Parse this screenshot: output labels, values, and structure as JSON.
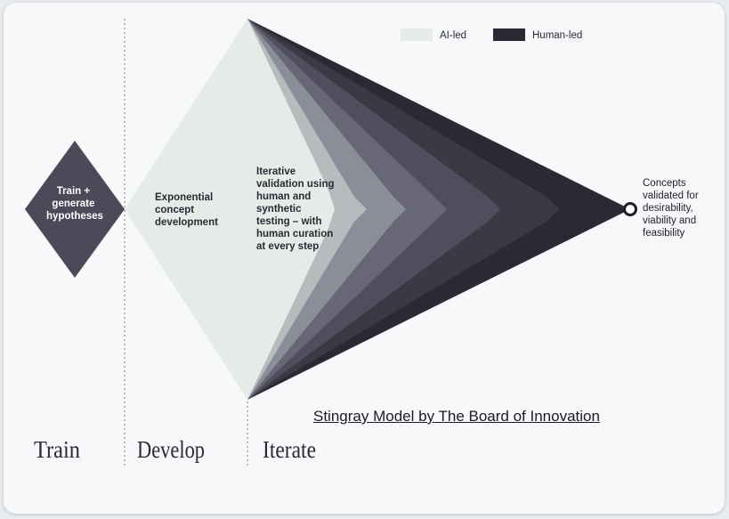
{
  "legend": [
    {
      "label": "AI-led",
      "color": "#e7ebe7"
    },
    {
      "label": "Human-led",
      "color": "#2a2a35"
    }
  ],
  "stages": [
    "Train",
    "Develop",
    "Iterate"
  ],
  "train_box": [
    "Train +",
    "generate",
    "hypotheses"
  ],
  "develop_box": [
    "Exponential",
    "concept",
    "development"
  ],
  "iterate_box": [
    "Iterative",
    "validation using",
    "human and",
    "synthetic",
    "testing – with",
    "human curation",
    "at every step"
  ],
  "outcome": [
    "Concepts",
    "validated for",
    "desirability,",
    "viability and",
    "feasibility"
  ],
  "caption": "Stingray Model by The Board of Innovation",
  "colors": {
    "train_diamond": "#4a4a58",
    "ai_led": "#e7ebe7",
    "bands": [
      "#2a2a35",
      "#3a3a47",
      "#4e4e5c",
      "#676775",
      "#8b8d98",
      "#b6bbbe"
    ]
  }
}
